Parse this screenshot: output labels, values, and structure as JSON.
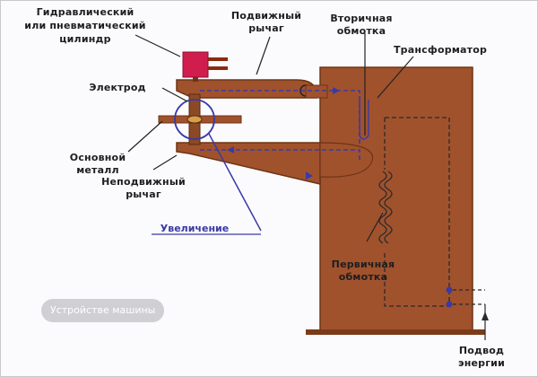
{
  "labels": {
    "cylinder_line1": "Гидравлический",
    "cylinder_line2": "или пневматический",
    "cylinder_line3": "цилиндр",
    "movable_lever_line1": "Подвижный",
    "movable_lever_line2": "рычаг",
    "secondary_winding_line1": "Вторичная",
    "secondary_winding_line2": "обмотка",
    "transformer": "Трансформатор",
    "electrode": "Электрод",
    "base_metal_line1": "Основной",
    "base_metal_line2": "металл",
    "fixed_lever_line1": "Неподвижный",
    "fixed_lever_line2": "рычаг",
    "magnification": "Увеличение",
    "primary_winding_line1": "Первичная",
    "primary_winding_line2": "обмотка",
    "power_supply_line1": "Подвод",
    "power_supply_line2": "энергии"
  },
  "caption": "Устройстве машины",
  "colors": {
    "body": "#a0522d",
    "body_dark": "#6e3414",
    "cylinder": "#d11d4d",
    "winding": "#3a3aa6",
    "leader": "#222222"
  }
}
